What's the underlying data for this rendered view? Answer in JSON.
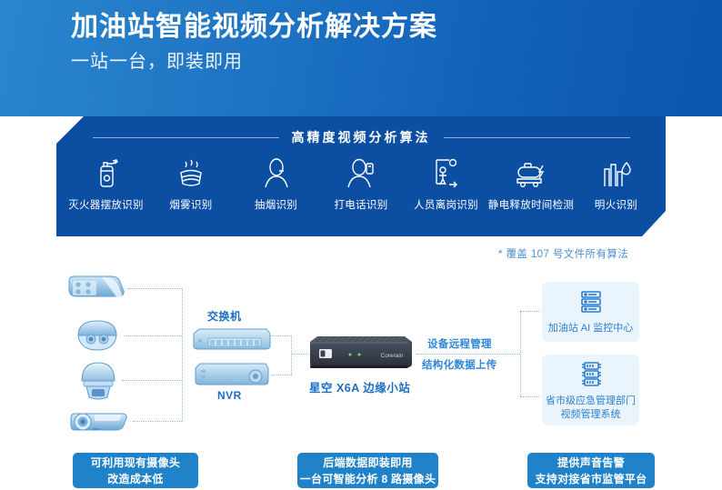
{
  "header": {
    "title": "加油站智能视频分析解决方案",
    "subtitle": "一站一台，即装即用"
  },
  "algorithms": {
    "section_title": "高精度视频分析算法",
    "items": [
      {
        "icon": "fire-extinguisher-icon",
        "label": "灭火器摆放识别"
      },
      {
        "icon": "smoke-icon",
        "label": "烟雾识别"
      },
      {
        "icon": "smoking-person-icon",
        "label": "抽烟识别"
      },
      {
        "icon": "phone-call-icon",
        "label": "打电话识别"
      },
      {
        "icon": "person-leaving-post-icon",
        "label": "人员离岗识别"
      },
      {
        "icon": "tanker-truck-static-icon",
        "label": "静电释放时间检测"
      },
      {
        "icon": "open-flame-icon",
        "label": "明火识别"
      }
    ],
    "footnote": "* 覆盖 107 号文件所有算法"
  },
  "diagram": {
    "cameras": [
      {
        "icon": "bullet-camera-icon"
      },
      {
        "icon": "dome-camera-icon"
      },
      {
        "icon": "ptz-dome-camera-icon"
      },
      {
        "icon": "bullet-camera-ir-icon"
      }
    ],
    "switch_label": "交换机",
    "nvr_label": "NVR",
    "edge_device_label": "星空 X6A 边缘小站",
    "edge_device_brand": "Corerain",
    "flow_labels": [
      "设备远程管理",
      "结构化数据上传"
    ],
    "cards": [
      {
        "icon": "server-stack-icon",
        "lines": [
          "加油站 AI 监控中心"
        ]
      },
      {
        "icon": "data-center-icon",
        "lines": [
          "省市级应急管理部门",
          "视频管理系统"
        ]
      }
    ]
  },
  "benefits": [
    {
      "lines": [
        "可利用现有摄像头",
        "改造成本低"
      ]
    },
    {
      "lines": [
        "后端数据即装即用",
        "一台可智能分析 8 路摄像头"
      ]
    },
    {
      "lines": [
        "提供声音告警",
        "支持对接省市监管平台"
      ]
    }
  ],
  "colors": {
    "header_gradient_start": "#2b86cd",
    "header_gradient_end": "#0b55b0",
    "band_blue": "#0b4ea2",
    "accent_blue": "#2083ca",
    "card_bg": "#eaf4fd",
    "dotted_line": "#8fbfe8"
  }
}
